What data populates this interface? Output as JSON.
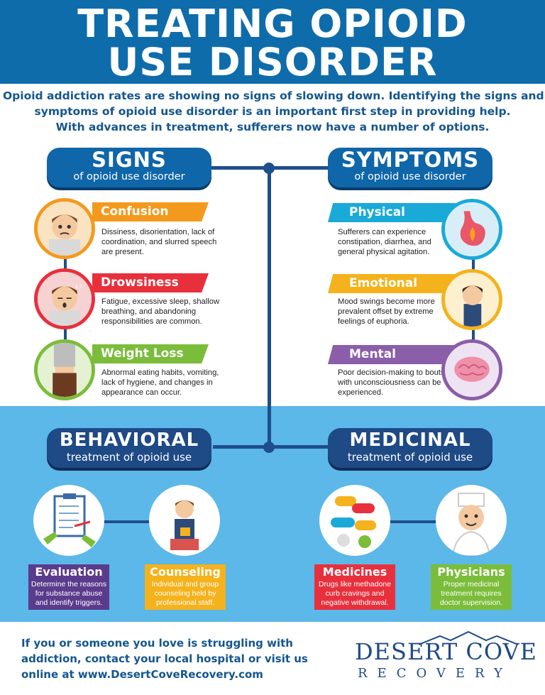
{
  "header": {
    "title_line1": "TREATING OPIOID",
    "title_line2": "USE DISORDER"
  },
  "intro": {
    "line1": "Opioid addiction rates are showing no signs of slowing down. Identifying the signs and",
    "line2": "symptoms of opioid use disorder is an important first step in providing help.",
    "line3": "With advances in treatment, sufferers now have a number of options."
  },
  "signs": {
    "heading": "SIGNS",
    "subheading": "of opioid use disorder",
    "items": [
      {
        "title": "Confusion",
        "desc": "Dissiness, disorientation, lack of coordination, and slurred speech are present.",
        "color": "#f39a1e"
      },
      {
        "title": "Drowsiness",
        "desc": "Fatigue, excessive sleep, shallow breathing, and abandoning responsibilities are common.",
        "color": "#e8303d"
      },
      {
        "title": "Weight Loss",
        "desc": "Abnormal eating habits, vomiting, lack of hygiene, and changes in appearance can occur.",
        "color": "#7bbd3a"
      }
    ]
  },
  "symptoms": {
    "heading": "SYMPTOMS",
    "subheading": "of opioid use disorder",
    "items": [
      {
        "title": "Physical",
        "desc": "Sufferers can experience constipation, diarrhea, and general physical agitation.",
        "color": "#1aaad8"
      },
      {
        "title": "Emotional",
        "desc": "Mood swings become more prevalent offset by extreme feelings of euphoria.",
        "color": "#f4b21c"
      },
      {
        "title": "Mental",
        "desc": "Poor decision-making to bouts with unconsciousness can be experienced.",
        "color": "#8a5ea8"
      }
    ]
  },
  "behavioral": {
    "heading": "BEHAVIORAL",
    "subheading": "treatment of opioid use",
    "items": [
      {
        "title": "Evaluation",
        "desc_line1": "Determine the reasons",
        "desc_line2": "for substance abuse",
        "desc_line3": "and identify triggers.",
        "color": "#5a3b8c"
      },
      {
        "title": "Counseling",
        "desc_line1": "Individual and group",
        "desc_line2": "counseling held by",
        "desc_line3": "professional staff.",
        "color": "#f4b21c"
      }
    ]
  },
  "medicinal": {
    "heading": "MEDICINAL",
    "subheading": "treatment of opioid use",
    "items": [
      {
        "title": "Medicines",
        "desc_line1": "Drugs like methadone",
        "desc_line2": "curb cravings and",
        "desc_line3": "negative withdrawal.",
        "color": "#e8303d"
      },
      {
        "title": "Physicians",
        "desc_line1": "Proper medicinal",
        "desc_line2": "treatment requires",
        "desc_line3": "doctor supervision.",
        "color": "#7bbd3a"
      }
    ]
  },
  "footer": {
    "line1": "If you or someone you love is struggling with",
    "line2": "addiction, contact your local hospital or visit us",
    "line3": "online at www.DesertCoveRecovery.com",
    "logo_main": "DESERT COVE",
    "logo_sub": "RECOVERY"
  }
}
